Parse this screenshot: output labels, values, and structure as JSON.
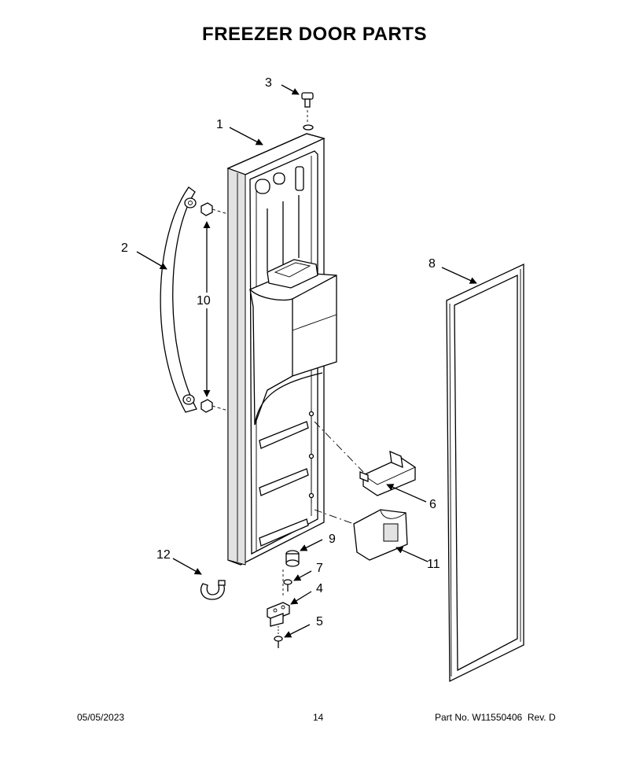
{
  "title": "FREEZER DOOR PARTS",
  "callouts": {
    "c1": "1",
    "c2": "2",
    "c3": "3",
    "c4": "4",
    "c5": "5",
    "c6": "6",
    "c7": "7",
    "c8": "8",
    "c9": "9",
    "c10": "10",
    "c11": "11",
    "c12": "12"
  },
  "footer": {
    "date": "05/05/2023",
    "page": "14",
    "part_label": "Part No.",
    "part_number": "W11550406",
    "rev_label": "Rev.",
    "rev": "D"
  }
}
